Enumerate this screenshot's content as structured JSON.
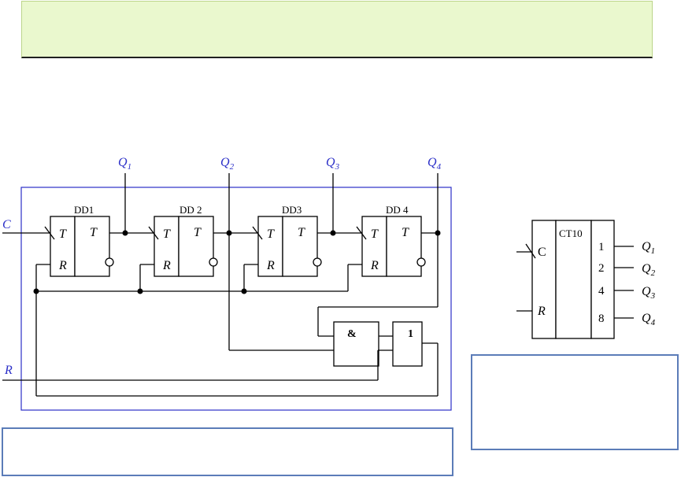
{
  "banner": {
    "color": "#eaf8ce"
  },
  "colors": {
    "signal_label": "#2b2fc8",
    "wire": "#000000",
    "frame": "#2b2fc8",
    "caption_border": "#5b7cb8"
  },
  "outputs": [
    {
      "letter": "Q",
      "sub": "1"
    },
    {
      "letter": "Q",
      "sub": "2"
    },
    {
      "letter": "Q",
      "sub": "3"
    },
    {
      "letter": "Q",
      "sub": "4"
    }
  ],
  "inputs": {
    "clock": "C",
    "reset": "R"
  },
  "flipflops": [
    {
      "label": "DD1",
      "t_in": "T",
      "t_out": "T",
      "r_in": "R"
    },
    {
      "label": "DD 2",
      "t_in": "T",
      "t_out": "T",
      "r_in": "R"
    },
    {
      "label": "DD3",
      "t_in": "T",
      "t_out": "T",
      "r_in": "R"
    },
    {
      "label": "DD 4",
      "t_in": "T",
      "t_out": "T",
      "r_in": "R"
    }
  ],
  "gates": {
    "and": "&",
    "or": "1"
  },
  "counter_symbol": {
    "title": "CT10",
    "inputs": [
      "C",
      "R"
    ],
    "weights": [
      "1",
      "2",
      "4",
      "8"
    ],
    "outputs": [
      {
        "letter": "Q",
        "sub": "1"
      },
      {
        "letter": "Q",
        "sub": "2"
      },
      {
        "letter": "Q",
        "sub": "3"
      },
      {
        "letter": "Q",
        "sub": "4"
      }
    ]
  }
}
